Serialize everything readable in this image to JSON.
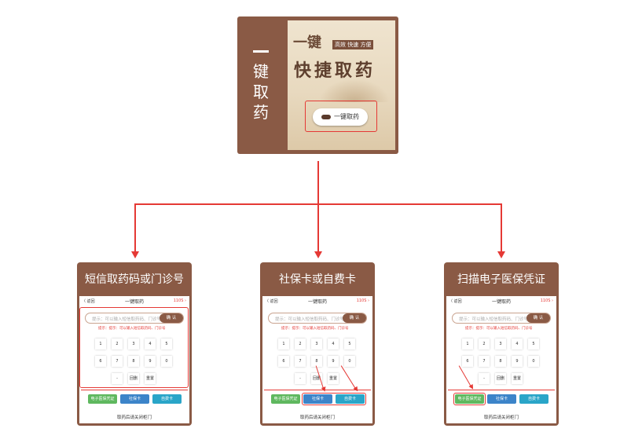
{
  "hero": {
    "side_chars": [
      "键",
      "取",
      "药"
    ],
    "line1": "一键",
    "tags": "高效 快速 方便",
    "line2": "快捷取药",
    "button_label": "一键取药"
  },
  "cards": [
    {
      "title": "短信取药码或门诊号"
    },
    {
      "title": "社保卡或自费卡"
    },
    {
      "title": "扫描电子医保凭证"
    }
  ],
  "screen": {
    "back": "〈 返回",
    "title": "一键取药",
    "timer": "110S ›",
    "placeholder": "提示：可以输入短信取药码、门诊号",
    "confirm": "确 认",
    "hint": "提示：提示：可以输入短信取药码、门诊号",
    "keys": [
      "1",
      "2",
      "3",
      "4",
      "5",
      "6",
      "7",
      "8",
      "9",
      "0",
      "-",
      "回删",
      "重置"
    ],
    "btn_ehealth": "电子医保凭证",
    "btn_social": "社保卡",
    "btn_self": "自费卡",
    "footer": "取药后请关闭柜门"
  },
  "colors": {
    "brand": "#8a5a45",
    "annotation": "#e53935",
    "green": "#5fb85f",
    "blue": "#3c84c9",
    "cyan": "#2aa5c8"
  }
}
